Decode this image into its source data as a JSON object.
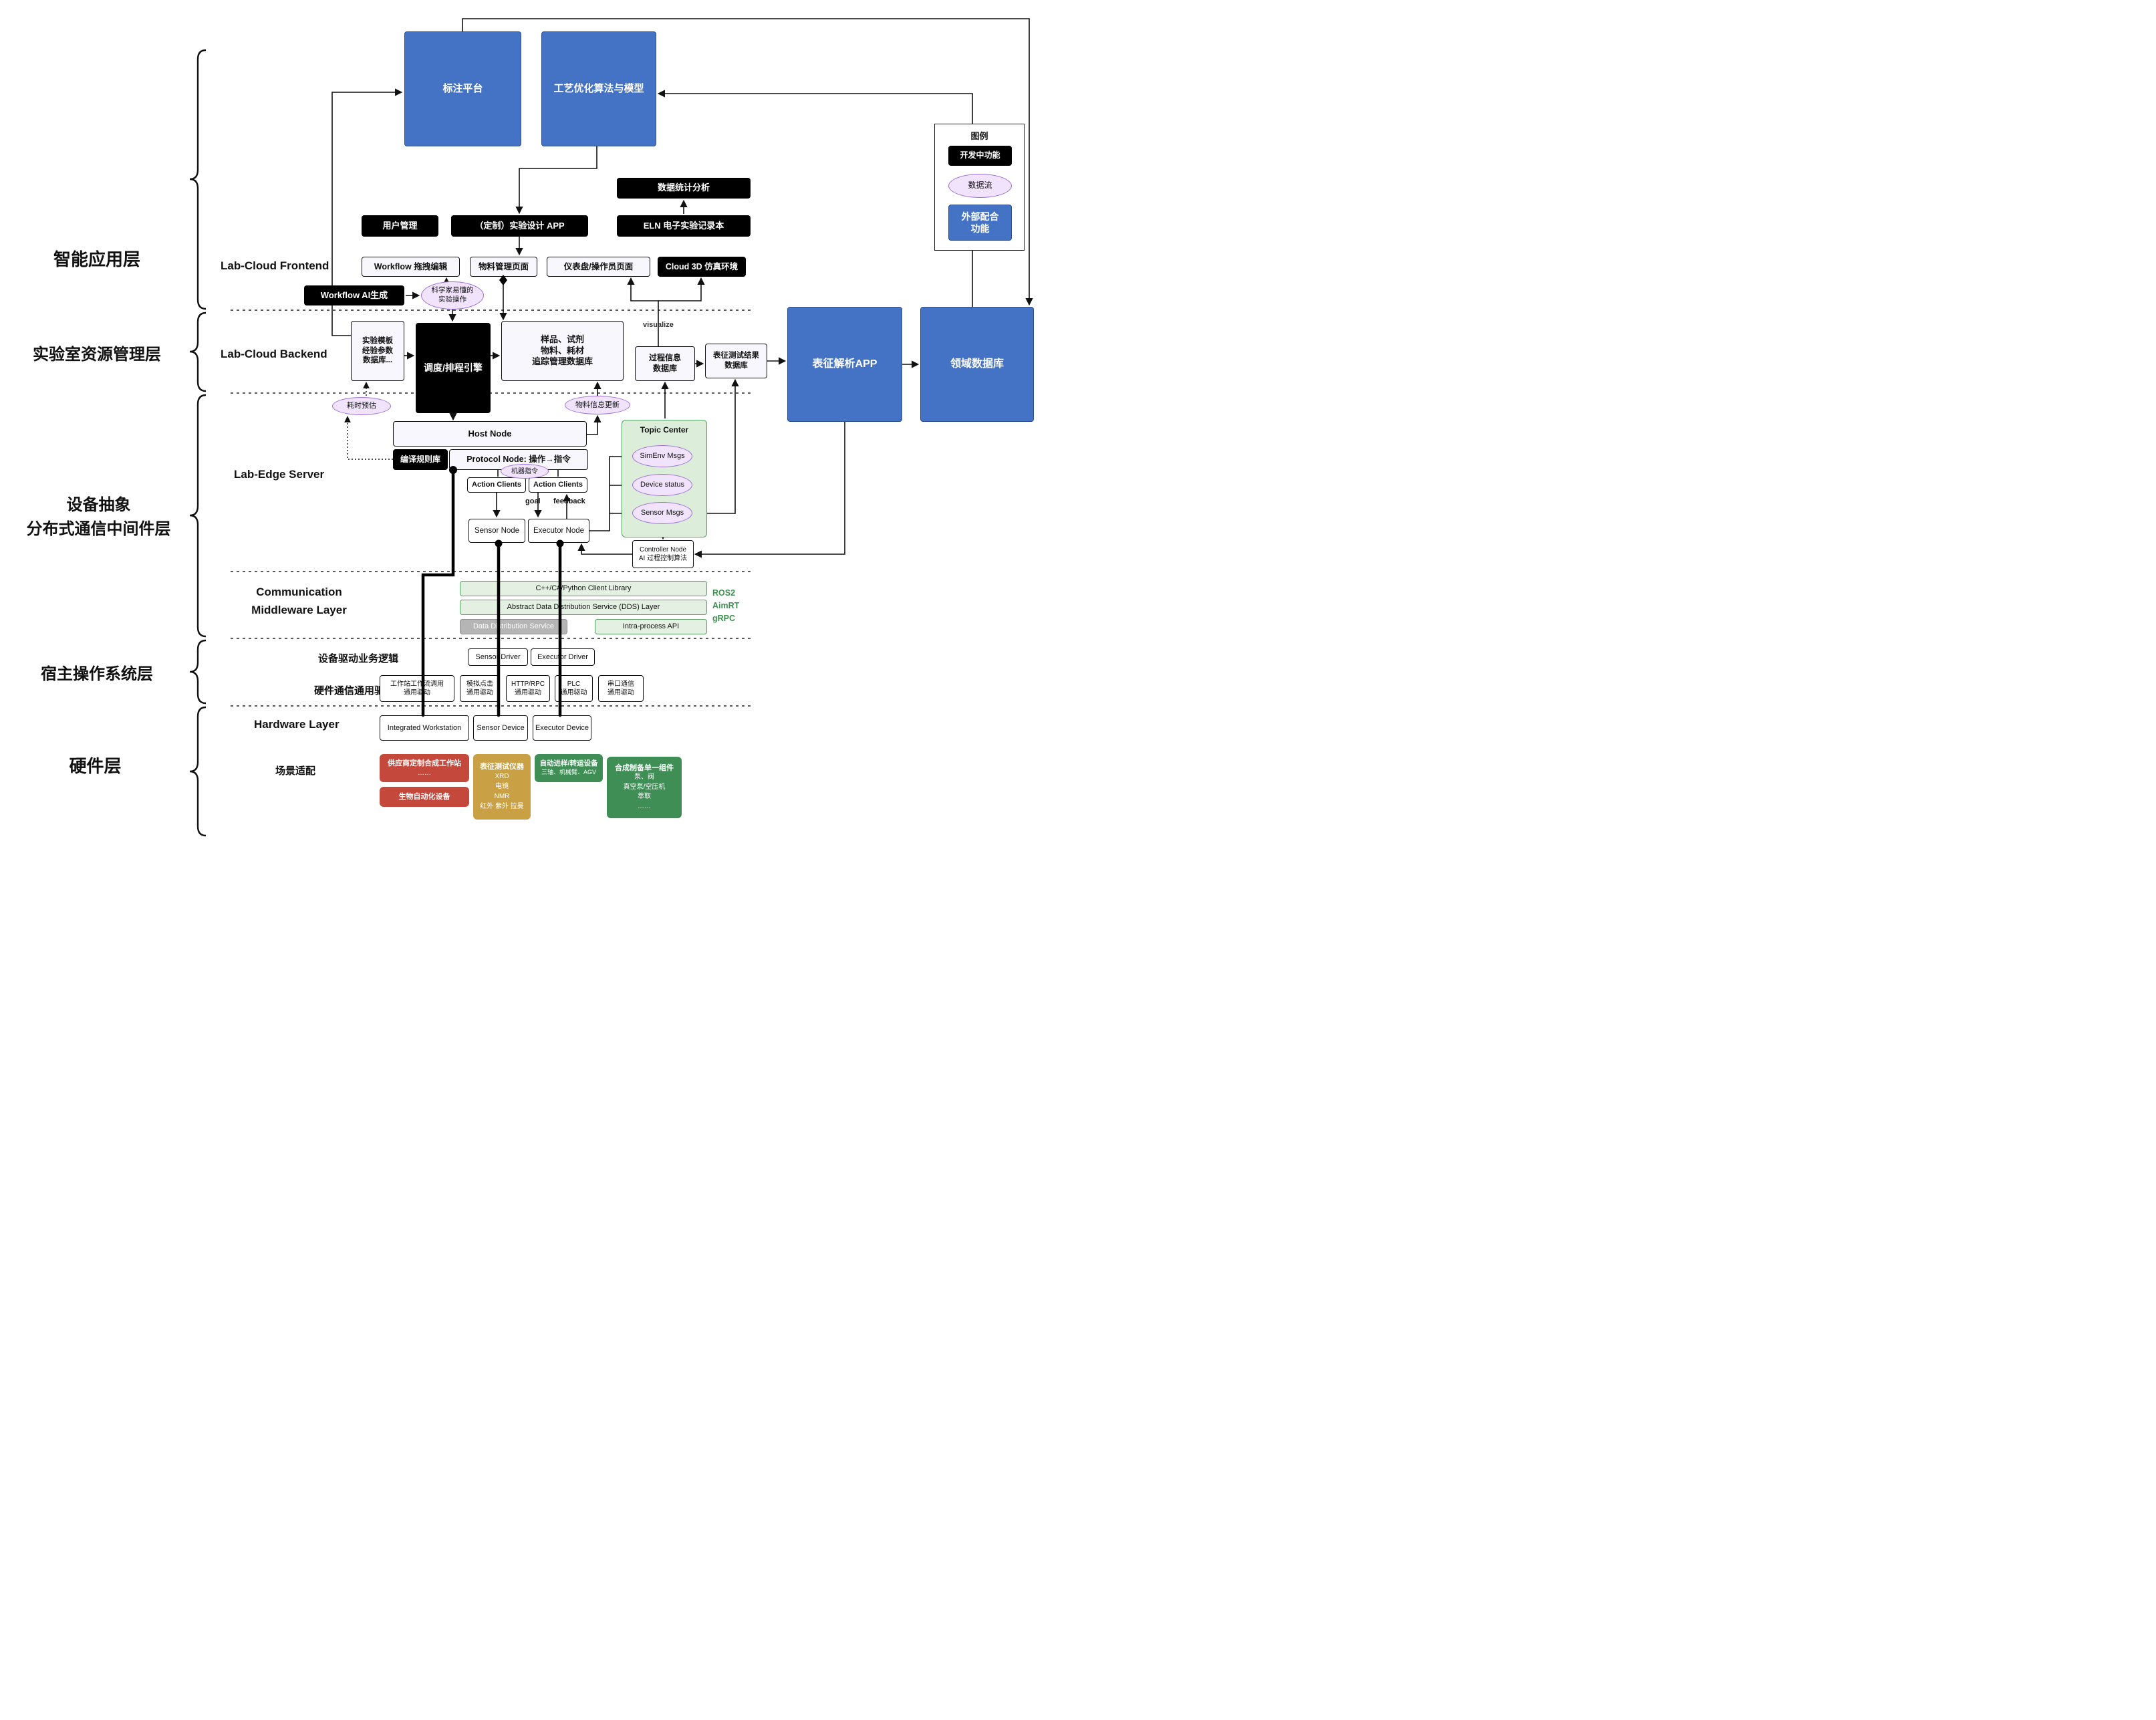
{
  "layer_labels": {
    "app": "智能应用层",
    "resource": "实验室资源管理层",
    "device": "设备抽象\n分布式通信中间件层",
    "host_os": "宿主操作系统层",
    "hardware": "硬件层"
  },
  "top_modules": {
    "annotation": "标注平台",
    "process_opt": "工艺优化算法与模型"
  },
  "legend": {
    "title": "图例",
    "in_dev": "开发中功能",
    "data_flow": "数据流",
    "external": "外部配合\n功能"
  },
  "app_layer": {
    "frontend_label": "Lab-Cloud Frontend",
    "stats": "数据统计分析",
    "user_mgmt": "用户管理",
    "exp_design": "（定制）实验设计 APP",
    "eln": "ELN 电子实验记录本",
    "workflow_edit": "Workflow 拖拽编辑",
    "material_page": "物料管理页面",
    "dashboard_page": "仪表盘/操作员页面",
    "cloud3d": "Cloud 3D 仿真环境",
    "workflow_ai": "Workflow AI生成",
    "sci_ops": "科学家易懂的\n实验操作"
  },
  "backend": {
    "label": "Lab-Cloud Backend",
    "template_db": "实验模板\n经验参数\n数据库...",
    "scheduler": "调度/排程引擎",
    "material_db": "样品、试剂\n物料、耗材\n追踪管理数据库",
    "process_db": "过程信息\n数据库",
    "char_result_db": "表征测试结果\n数据库",
    "char_app": "表征解析APP",
    "domain_db": "领域数据库",
    "visualize": "visualize"
  },
  "edge": {
    "label": "Lab-Edge Server",
    "time_est": "耗时预估",
    "material_update": "物料信息更新",
    "host_node": "Host Node",
    "compile_rules": "编译规则库",
    "protocol_node": "Protocol Node: 操作→指令",
    "machine_cmd": "机器指令",
    "action_clients_1": "Action Clients",
    "action_clients_2": "Action Clients",
    "goal": "goal",
    "feedback": "feedback",
    "sensor_node": "Sensor Node",
    "executor_node": "Executor Node",
    "topic_center": "Topic Center",
    "simenv_msgs": "SimEnv Msgs",
    "device_status": "Device status",
    "sensor_msgs": "Sensor Msgs",
    "controller": "Controller Node\nAI 过程控制算法"
  },
  "middleware": {
    "label": "Communication\nMiddleware Layer",
    "client_lib": "C++/C#/Python Client Library",
    "dds_layer": "Abstract Data Distribution Service (DDS) Layer",
    "dds": "Data Distribution Service",
    "intra_api": "Intra-process API",
    "ros2": "ROS2",
    "aimrt": "AimRT",
    "grpc": "gRPC"
  },
  "host_layer": {
    "driver_logic_label": "设备驱动业务逻辑",
    "sensor_driver": "Sensor Driver",
    "executor_driver": "Executor Driver",
    "hw_comm_label": "硬件通信通用驱动",
    "drivers": [
      "工作站工作流调用\n通用驱动",
      "模拟点击\n通用驱动",
      "HTTP/RPC\n通用驱动",
      "PLC\n通用驱动",
      "串口通信\n通用驱动"
    ]
  },
  "hardware": {
    "label": "Hardware Layer",
    "workstation": "Integrated Workstation",
    "sensor_device": "Sensor Device",
    "executor_device": "Executor Device",
    "scene_label": "场景适配",
    "vendor_ws": {
      "title": "供应商定制合成工作站",
      "body": "……"
    },
    "bio": "生物自动化设备",
    "char_inst": {
      "title": "表征测试仪器",
      "body": "XRD\n电镜\nNMR\n红外 紫外 拉曼"
    },
    "transfer": {
      "title": "自动进样/转运设备",
      "body": "三轴、机械臂、AGV"
    },
    "synth": {
      "title": "合成制备单一组件",
      "body": "泵、阀\n真空泵/空压机\n萃取\n……"
    }
  },
  "colors": {
    "external_blue": "#4472c4",
    "in_dev_black": "#000000",
    "data_flow_purple": "#f0e3fb",
    "topic_green": "#dcedda",
    "middleware_green": "#e4f1e2",
    "gray_bar": "#b5b5b5",
    "vendor_red": "#c5483c",
    "characterization_tan": "#c9a144",
    "device_green": "#3e8e55"
  }
}
